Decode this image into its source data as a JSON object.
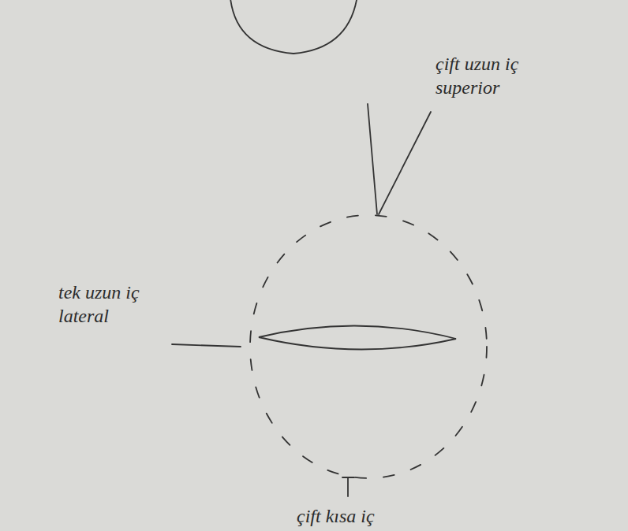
{
  "diagram": {
    "labels": [
      "çift uzun iç superior",
      "tek uzun iç lateral",
      "çift kısa iç"
    ]
  }
}
